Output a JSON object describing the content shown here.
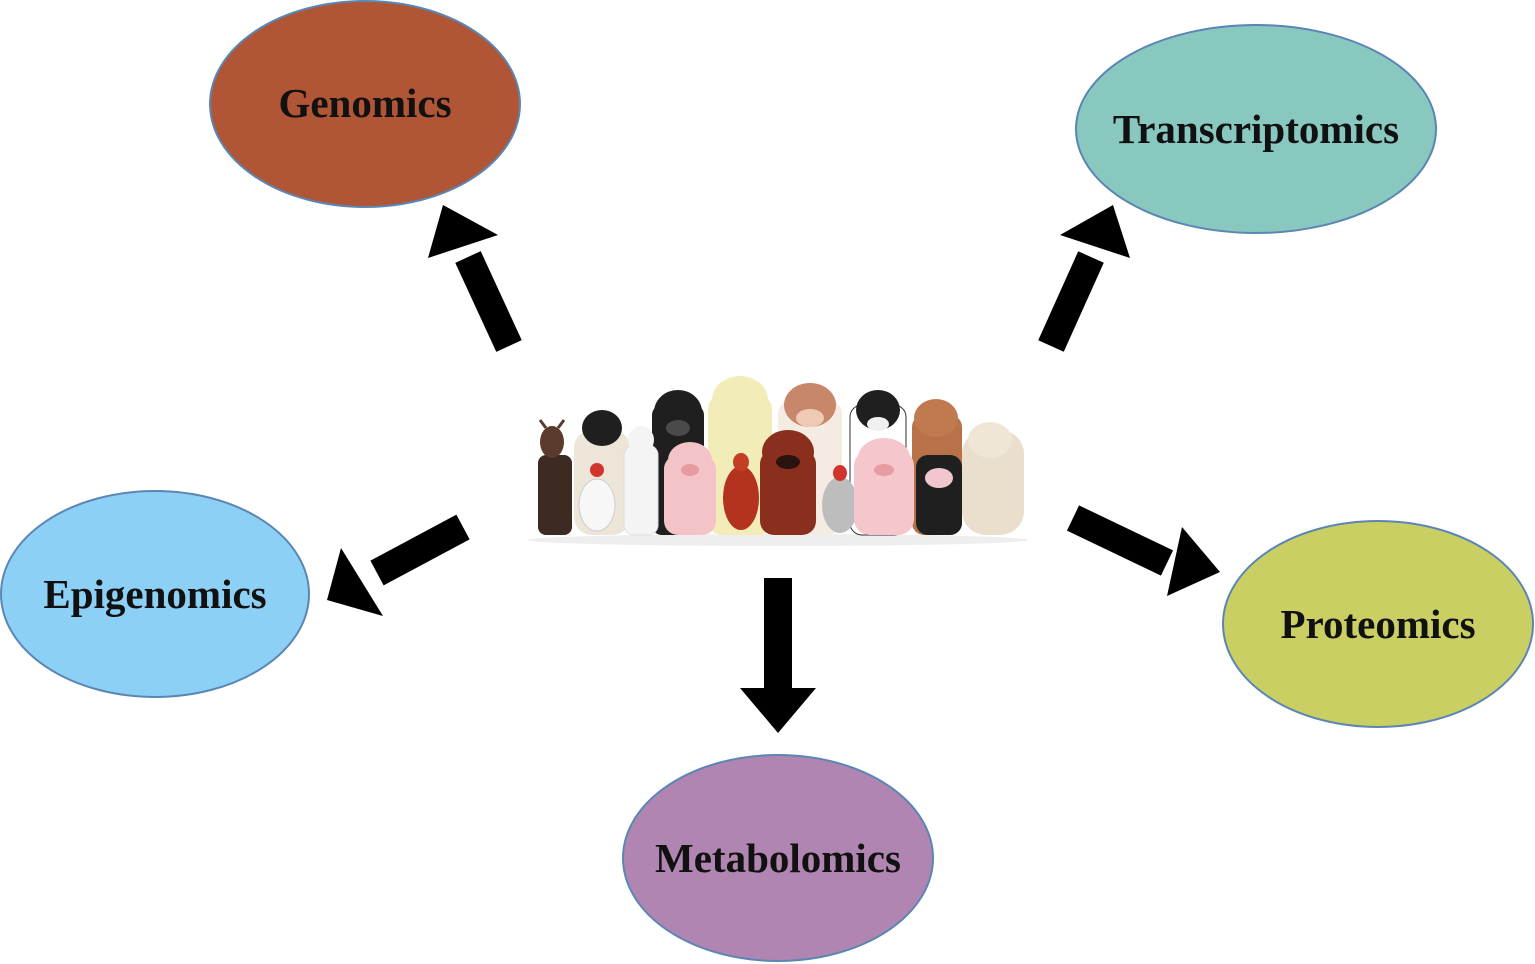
{
  "nodes": {
    "genomics": {
      "label": "Genomics",
      "color": "#b05535"
    },
    "transcriptomics": {
      "label": "Transcriptomics",
      "color": "#88c8bf"
    },
    "epigenomics": {
      "label": "Epigenomics",
      "color": "#8dd0f5"
    },
    "proteomics": {
      "label": "Proteomics",
      "color": "#c9cf63"
    },
    "metabolomics": {
      "label": "Metabolomics",
      "color": "#b185b1"
    }
  },
  "outline_color": "#5b86b4",
  "arrow_color": "#000000",
  "center_illustration": {
    "description_icon": "farm-animals-illustration",
    "animals": [
      "goat",
      "sheep",
      "cow",
      "pig",
      "chicken",
      "dog",
      "hen",
      "pig",
      "cow",
      "sheep"
    ]
  }
}
